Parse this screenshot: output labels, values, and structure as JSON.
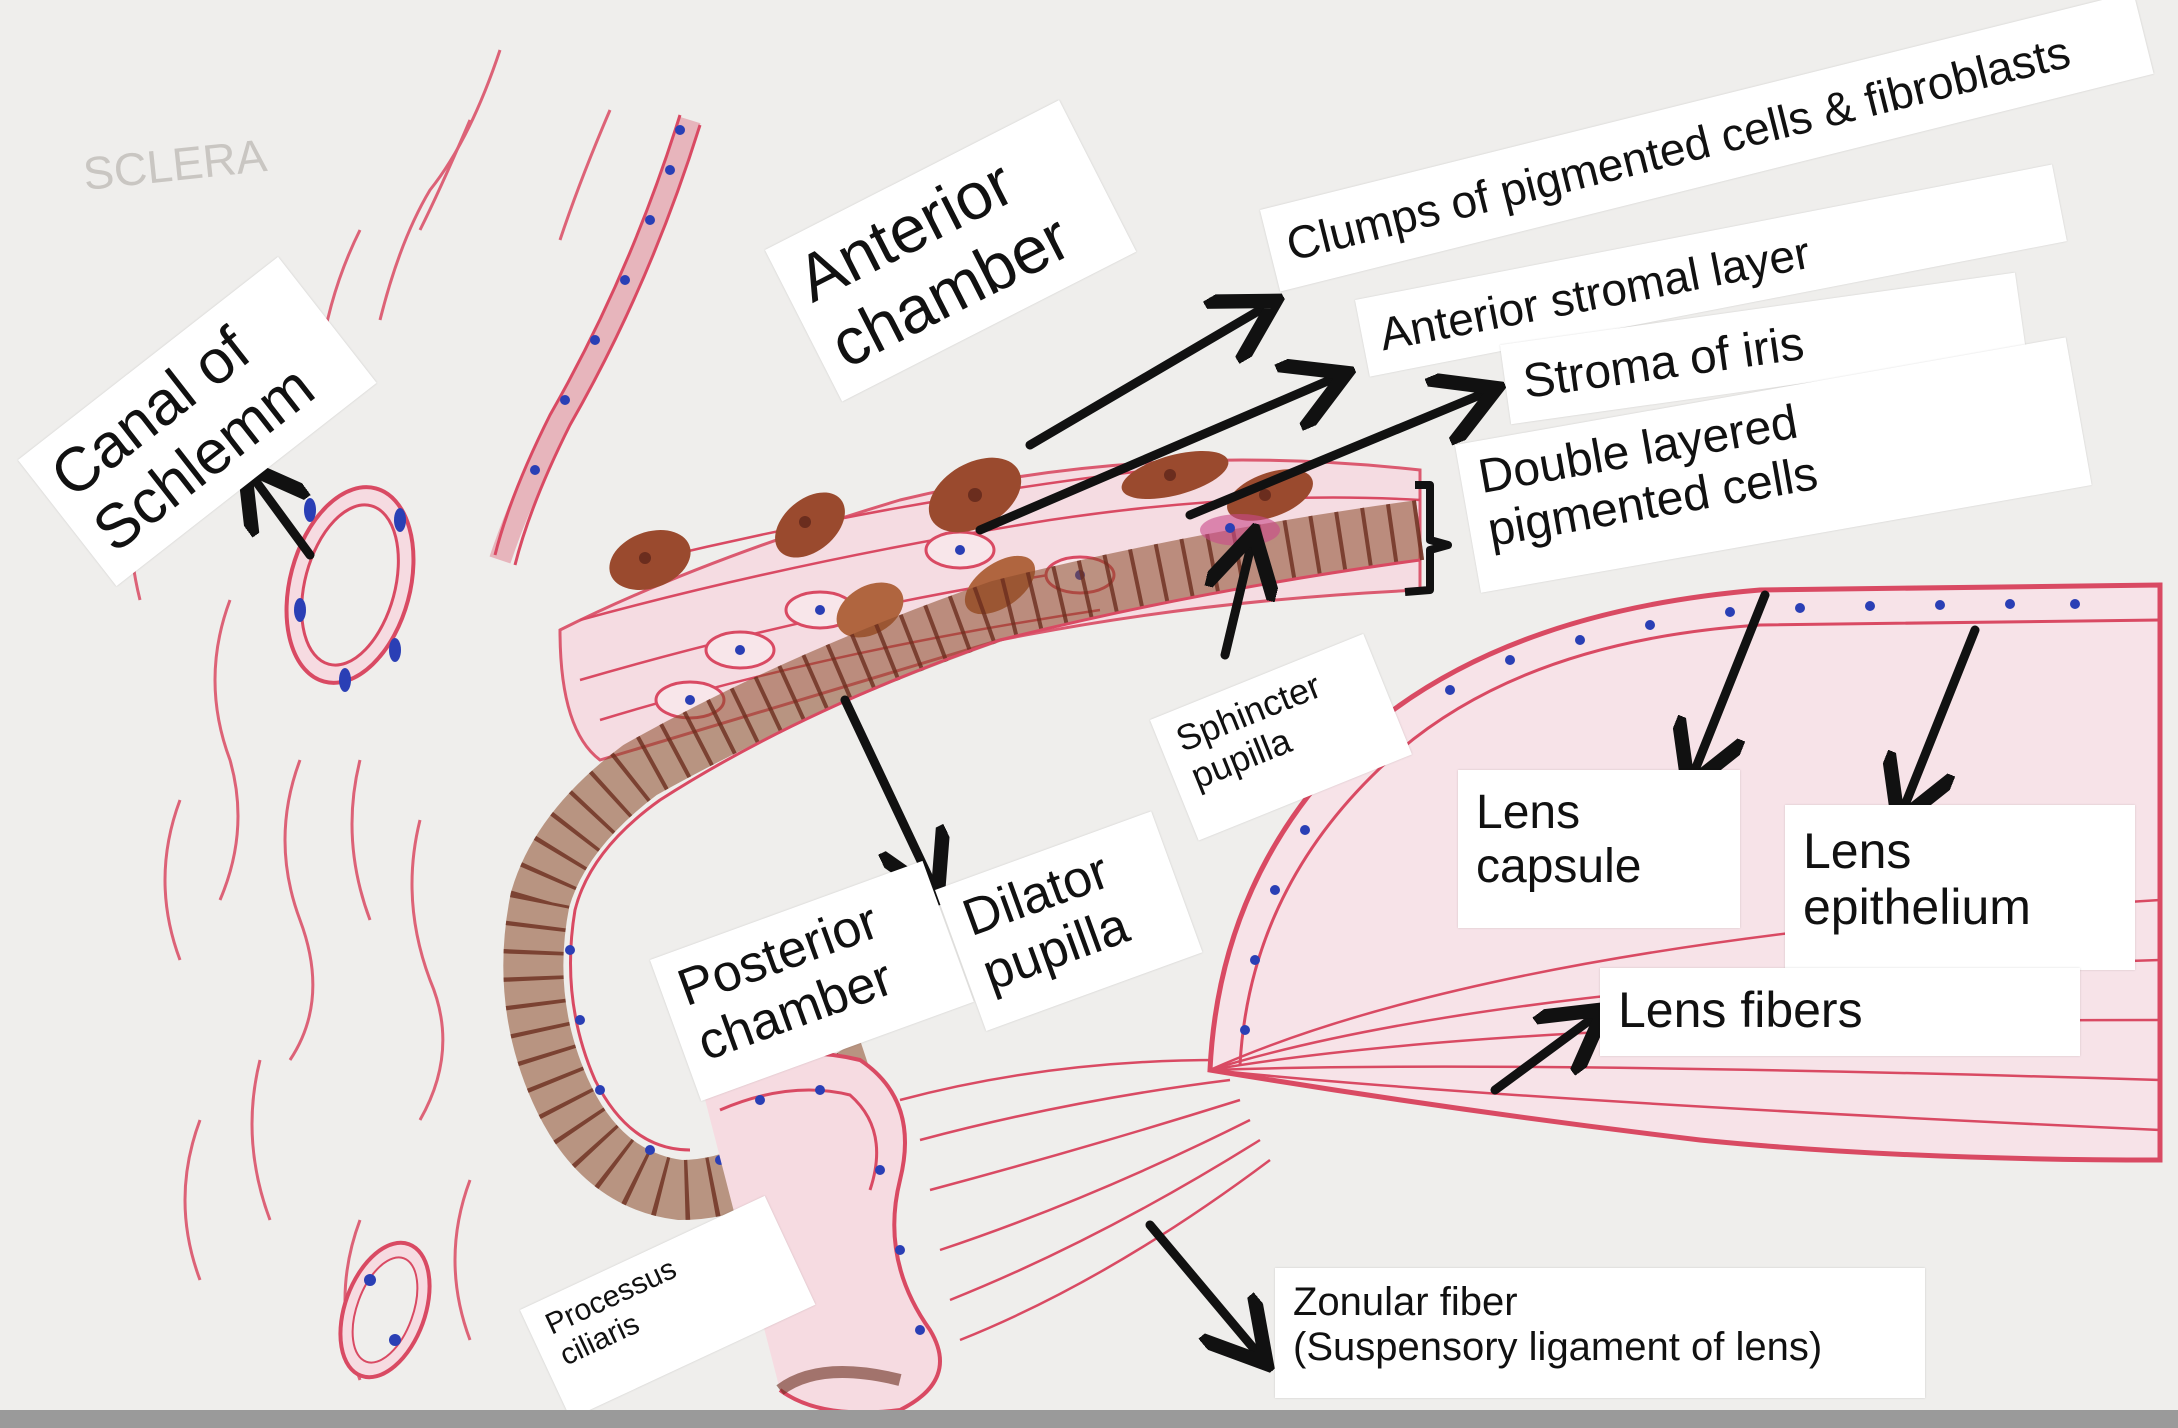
{
  "labels": {
    "canal_line1": "Canal of",
    "canal_line2": "Schlemm",
    "anterior_line1": "Anterior",
    "anterior_line2": "chamber",
    "clumps": "Clumps of pigmented  cells & fibroblasts",
    "anterior_stromal": "Anterior stromal layer",
    "stroma_iris": "Stroma of iris",
    "double_line1": "Double layered",
    "double_line2": "pigmented cells",
    "sphincter_line1": "Sphincter",
    "sphincter_line2": "pupilla",
    "posterior_line1": "Posterior",
    "posterior_line2": "chamber",
    "dilator_line1": "Dilator",
    "dilator_line2": "pupilla",
    "lens_capsule_line1": "Lens",
    "lens_capsule_line2": "capsule",
    "lens_epi_line1": "Lens",
    "lens_epi_line2": "epithelium",
    "lens_fibers": "Lens fibers",
    "processus_line1": "Processus",
    "processus_line2": "ciliaris",
    "zonular_line1": "Zonular fiber",
    "zonular_line2": "(Suspensory ligament  of lens)",
    "sclera_faint": "SCLERA"
  },
  "colors": {
    "paper": "#efeeec",
    "tissue_line": "#d94a63",
    "tissue_fill": "#f3c9d3",
    "pigment": "#9a4a2e",
    "pigment_dark": "#6b2d1e",
    "nucleus": "#2a3fb5",
    "arrow": "#111111",
    "label_bg": "#ffffff"
  }
}
